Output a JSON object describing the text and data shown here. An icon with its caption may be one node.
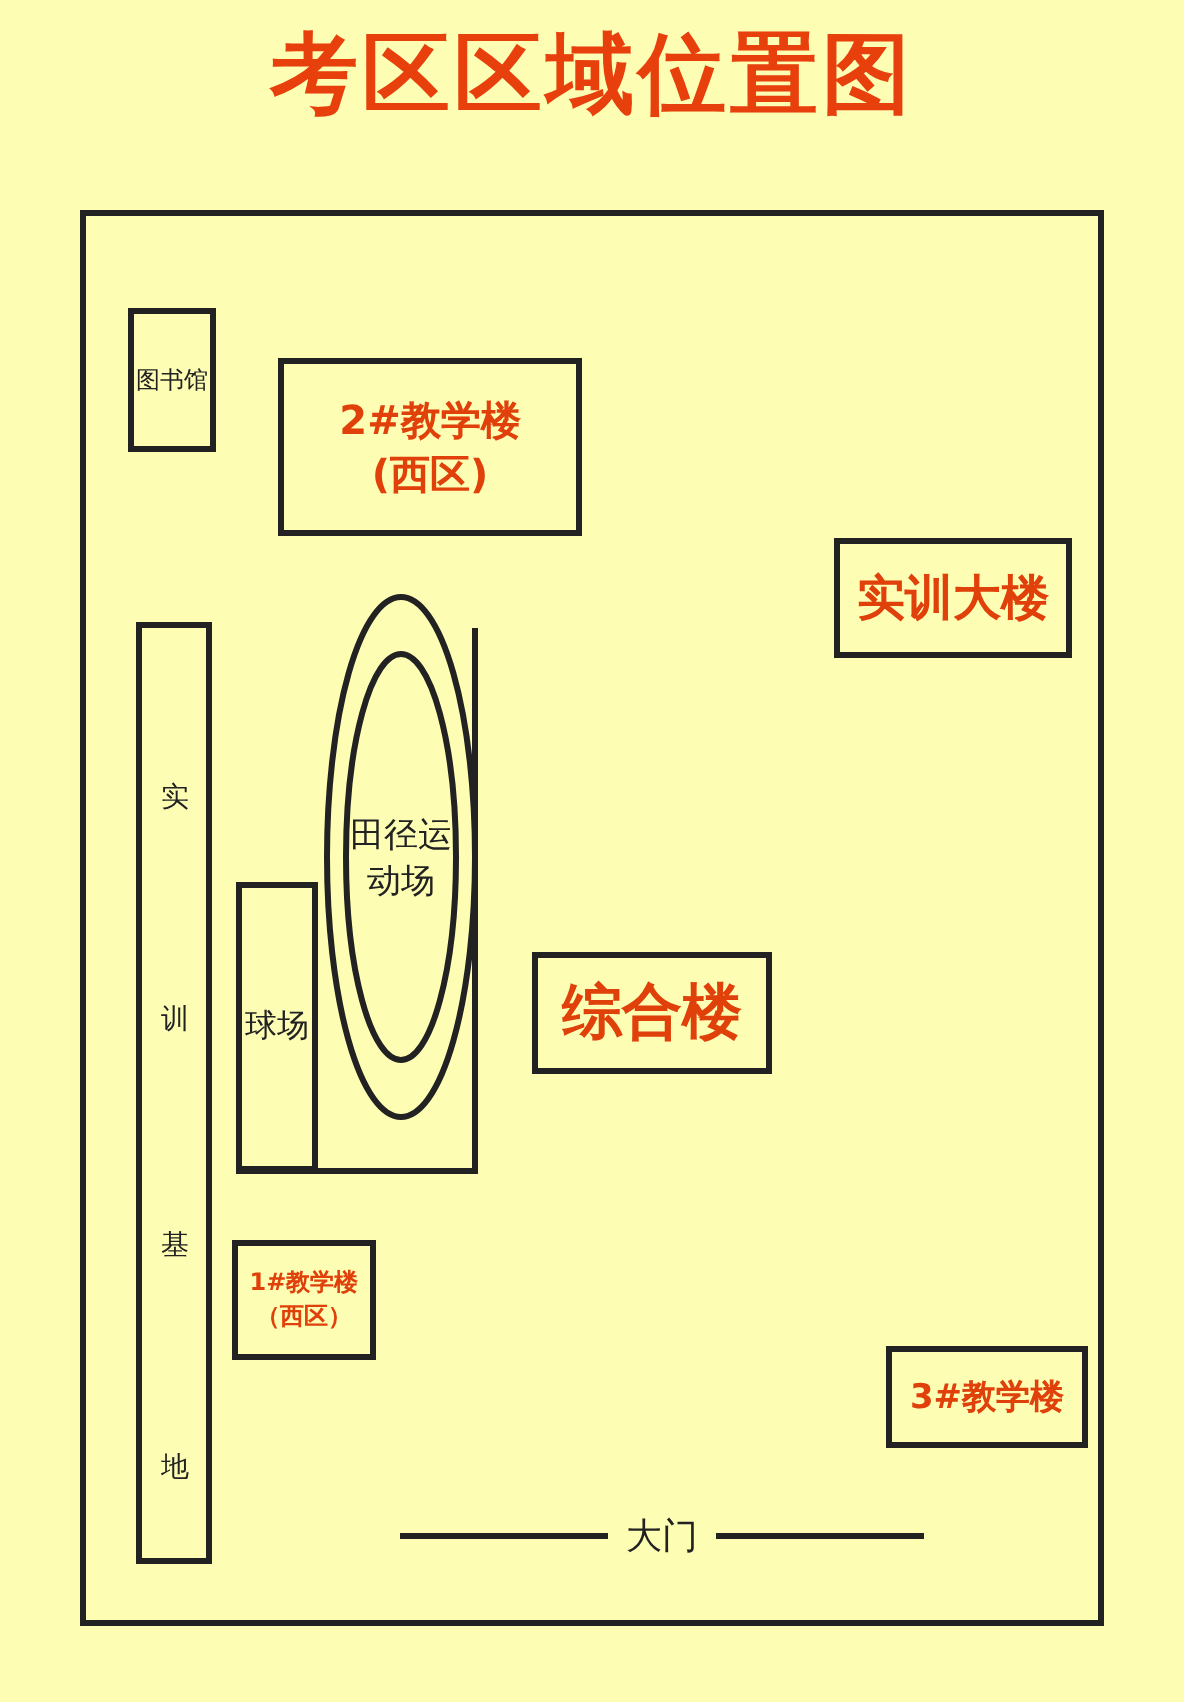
{
  "diagram": {
    "title": "考区区域位置图",
    "nodes": [
      {
        "text": [],
        "shape": "box"
      },
      {
        "text": [
          "图书馆"
        ],
        "in": 0
      },
      {
        "text": [
          "2#教学楼(西区)"
        ],
        "in": 0
      },
      {
        "text": [
          "实训大楼"
        ],
        "in": 0
      },
      {
        "text": [
          "实训基地"
        ],
        "in": 0
      },
      {
        "text": [
          "田径运动场"
        ],
        "in": 0
      },
      {
        "text": [
          "球场"
        ],
        "in": 0
      },
      {
        "text": [
          "综合楼"
        ],
        "in": 0
      },
      {
        "text": [
          "1#教学楼（西区）"
        ],
        "in": 0
      },
      {
        "text": [
          "3#教学楼"
        ],
        "in": 0
      }
    ],
    "labels": [
      "大门"
    ]
  }
}
